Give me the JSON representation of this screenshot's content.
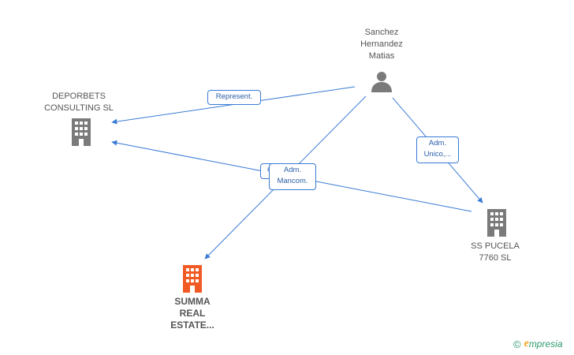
{
  "nodes": {
    "person": {
      "name": "Sanchez\nHernandez\nMatias",
      "icon": "person-icon"
    },
    "deporbets": {
      "name": "DEPORBETS\nCONSULTING SL",
      "icon": "building-icon"
    },
    "ss_pucela": {
      "name": "SS PUCELA\n7760 SL",
      "icon": "building-icon"
    },
    "summa": {
      "name": "SUMMA\nREAL\nESTATE...",
      "icon": "building-icon"
    }
  },
  "edges": {
    "represent": "Represent.",
    "adm_unico": "Adm.\nUnico,...",
    "adm_mancom": "Adm.\nMancom.",
    "hidden_partial": "C"
  },
  "brand": {
    "copyright": "©",
    "e_letter": "e",
    "rest": "mpresia"
  },
  "colors": {
    "edge": "#3a7bd5",
    "building": "#7a7a7a",
    "building_focus": "#f15a24",
    "person": "#7a7a7a"
  }
}
